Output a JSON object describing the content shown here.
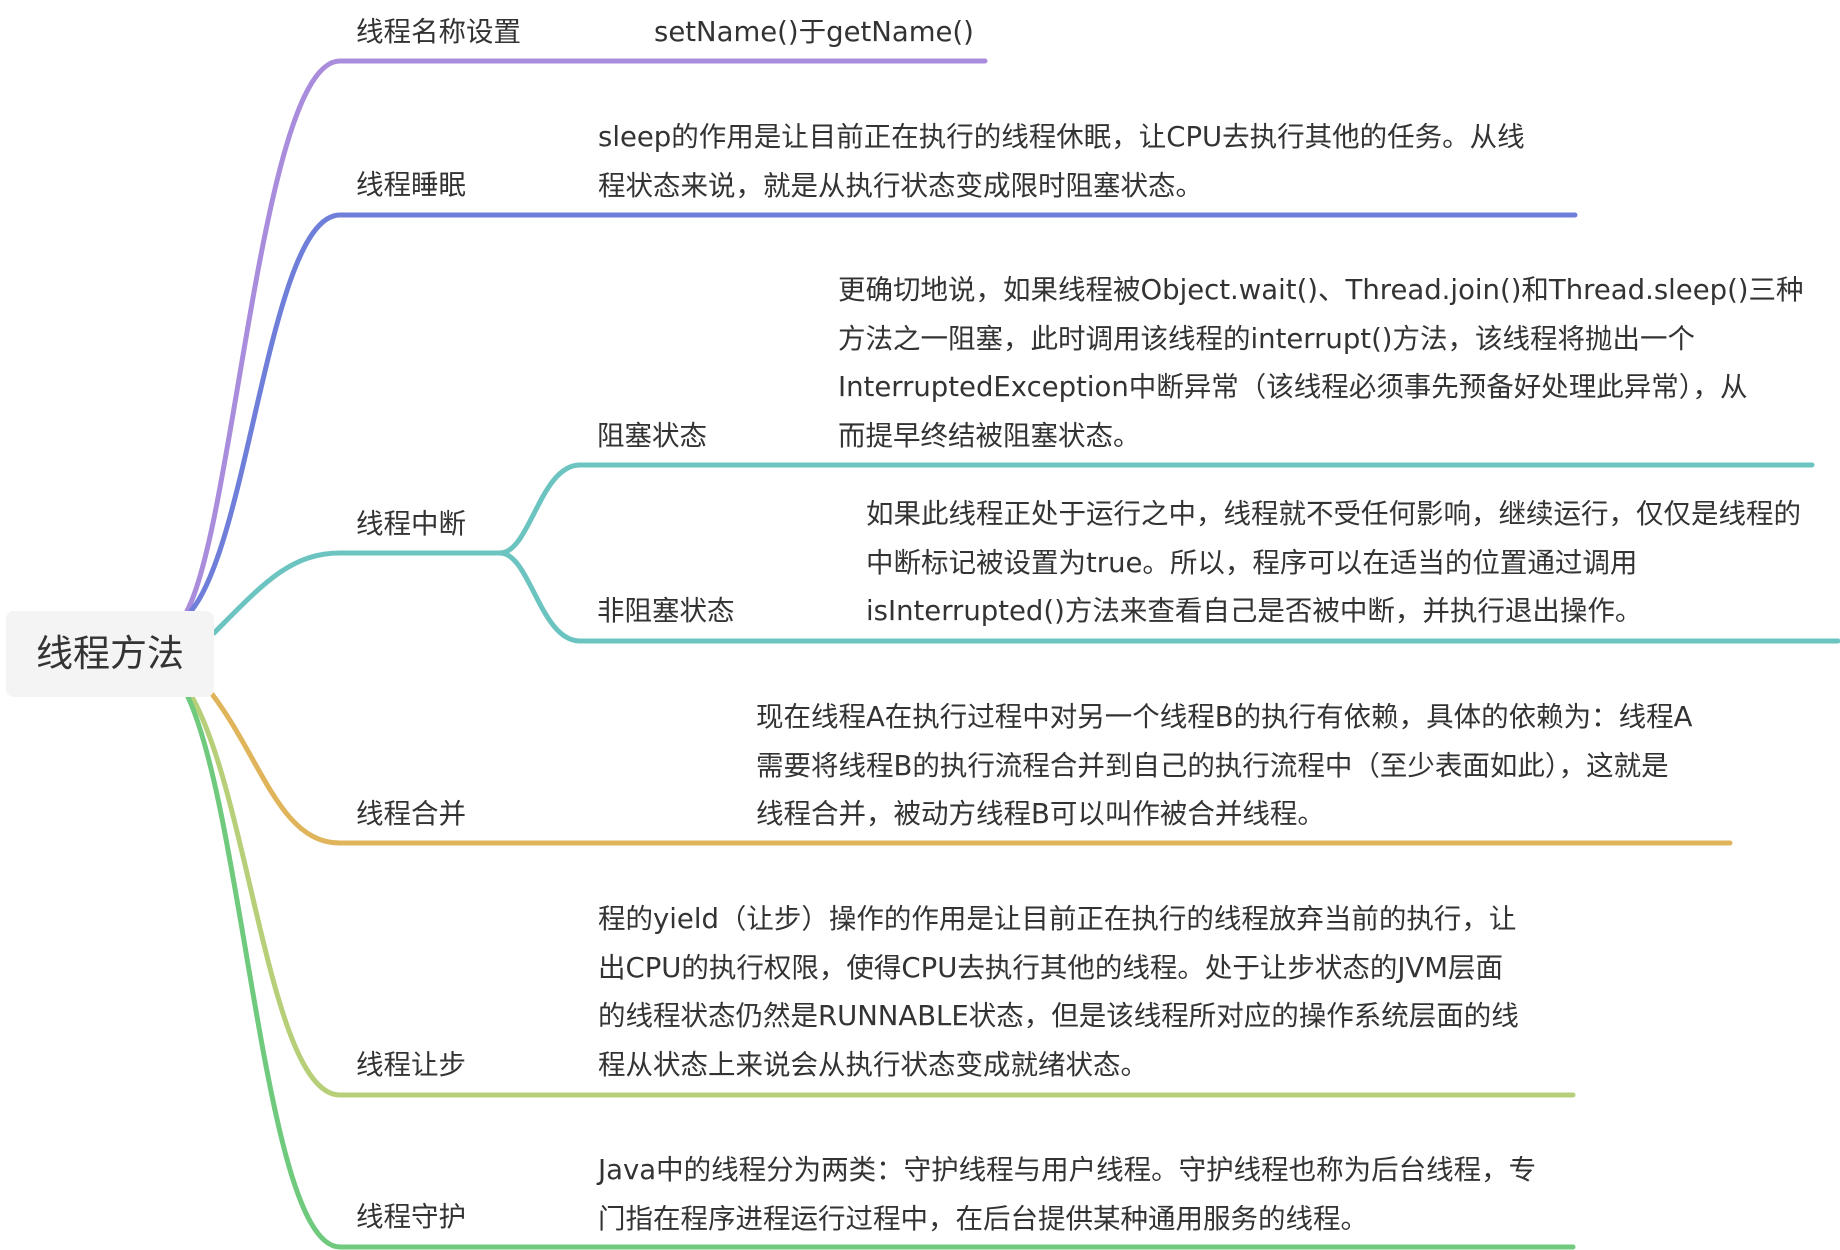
{
  "root": {
    "label": "线程方法"
  },
  "branches": [
    {
      "id": "name",
      "label": "线程名称设置",
      "color": "#a98ddc",
      "desc": [
        "setName()于getName()"
      ]
    },
    {
      "id": "sleep",
      "label": "线程睡眠",
      "color": "#6f7fd9",
      "desc": [
        "sleep的作用是让目前正在执行的线程休眠，让CPU去执行其他的任务。从线",
        "程状态来说，就是从执行状态变成限时阻塞状态。"
      ]
    },
    {
      "id": "interrupt",
      "label": "线程中断",
      "color": "#6cc4c1",
      "children": [
        {
          "id": "blocked",
          "label": "阻塞状态",
          "desc": [
            "更确切地说，如果线程被Object.wait()、Thread.join()和Thread.sleep()三种",
            "方法之一阻塞，此时调用该线程的interrupt()方法，该线程将抛出一个",
            "InterruptedException中断异常（该线程必须事先预备好处理此异常），从",
            "而提早终结被阻塞状态。"
          ]
        },
        {
          "id": "nonblocked",
          "label": "非阻塞状态",
          "desc": [
            "如果此线程正处于运行之中，线程就不受任何影响，继续运行，仅仅是线程的",
            "中断标记被设置为true。所以，程序可以在适当的位置通过调用",
            "isInterrupted()方法来查看自己是否被中断，并执行退出操作。"
          ]
        }
      ]
    },
    {
      "id": "join",
      "label": "线程合并",
      "color": "#dfb45a",
      "desc": [
        "现在线程A在执行过程中对另一个线程B的执行有依赖，具体的依赖为：线程A",
        "需要将线程B的执行流程合并到自己的执行流程中（至少表面如此），这就是",
        "线程合并，被动方线程B可以叫作被合并线程。"
      ]
    },
    {
      "id": "yield",
      "label": "线程让步",
      "color": "#b7cf78",
      "desc": [
        "程的yield（让步）操作的作用是让目前正在执行的线程放弃当前的执行，让",
        "出CPU的执行权限，使得CPU去执行其他的线程。处于让步状态的JVM层面",
        "的线程状态仍然是RUNNABLE状态，但是该线程所对应的操作系统层面的线",
        "程从状态上来说会从执行状态变成就绪状态。"
      ]
    },
    {
      "id": "daemon",
      "label": "线程守护",
      "color": "#6fca7e",
      "desc": [
        "Java中的线程分为两类：守护线程与用户线程。守护线程也称为后台线程，专",
        "门指在程序进程运行过程中，在后台提供某种通用服务的线程。"
      ]
    }
  ]
}
